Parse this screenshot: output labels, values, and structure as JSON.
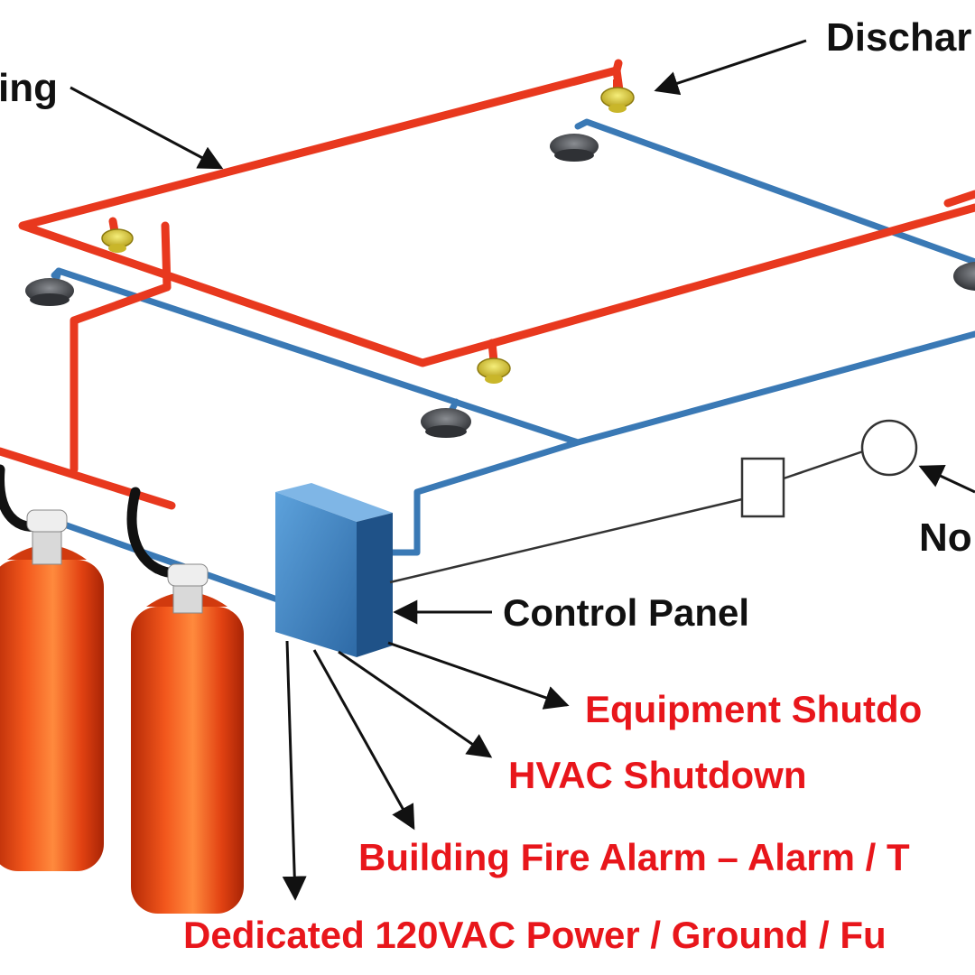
{
  "labels": {
    "piping": "ing",
    "discharge": "Dischar",
    "notification": "No",
    "control_panel": "Control Panel"
  },
  "outputs": {
    "equipment_shutdown": "Equipment Shutdo",
    "hvac_shutdown": "HVAC Shutdown",
    "fire_alarm": "Building Fire Alarm – Alarm / T",
    "power": "Dedicated 120VAC Power / Ground / Fu"
  },
  "colors": {
    "agent_pipe": "#e8381e",
    "detection_wiring": "#3a79b5",
    "cylinder": "#e33b10",
    "control_panel": "#3f83c1",
    "output_text": "#e8161b",
    "label_text": "#111111",
    "nozzle": "#dccb3a",
    "detector": "#55585d"
  }
}
